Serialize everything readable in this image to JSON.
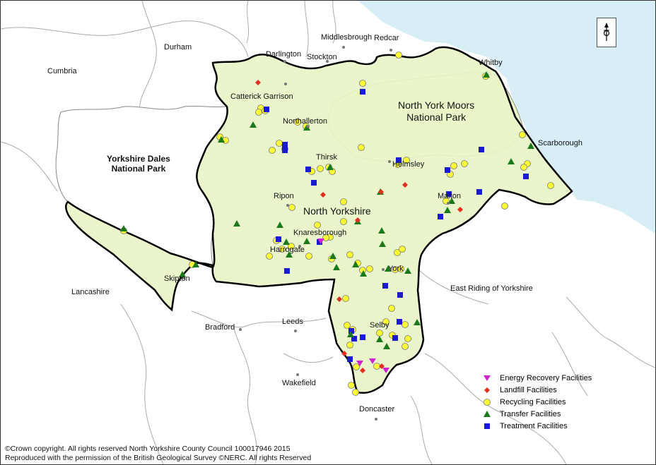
{
  "map": {
    "colors": {
      "sea": "#d7eef6",
      "region_fill": "#e9f4c8",
      "boundary": "#000000",
      "recycling": "#ffff33",
      "landfill": "#e03020",
      "energy": "#d020d0",
      "transfer": "#1a7a1a",
      "treatment": "#1a1ad0"
    },
    "region_label": "North Yorkshire",
    "parks": [
      {
        "id": "yorkshire-dales",
        "name": "Yorkshire Dales\nNational Park"
      },
      {
        "id": "north-york-moors",
        "name": "North York Moors\nNational Park"
      }
    ],
    "surrounding_areas": [
      "Durham",
      "Cumbria",
      "Lancashire",
      "East Riding of Yorkshire"
    ],
    "towns": [
      "Middlesbrough",
      "Redcar",
      "Darlington",
      "Stockton",
      "Whitby",
      "Catterick Garrison",
      "Northallerton",
      "Scarborough",
      "Thirsk",
      "Helmsley",
      "Ripon",
      "Malton",
      "Knaresborough",
      "Harrogate",
      "York",
      "Skipton",
      "Selby",
      "Bradford",
      "Leeds",
      "Wakefield",
      "Doncaster"
    ]
  },
  "legend": {
    "items": [
      {
        "key": "energy",
        "label": "Energy Recovery Facilities",
        "symbol": "triangle-down"
      },
      {
        "key": "landfill",
        "label": "Landfill Facilities",
        "symbol": "diamond"
      },
      {
        "key": "recycling",
        "label": "Recycling Facilities",
        "symbol": "circle"
      },
      {
        "key": "transfer",
        "label": "Transfer Facilities",
        "symbol": "triangle"
      },
      {
        "key": "treatment",
        "label": "Treatment Facilities",
        "symbol": "square"
      }
    ]
  },
  "copyright": {
    "line1": "©Crown copyright. All rights reserved North Yorkshire County Council 100017946 2015",
    "line2": "Reproduced with the permission of the British Geological Survey ©NERC. All rights Reserved"
  }
}
